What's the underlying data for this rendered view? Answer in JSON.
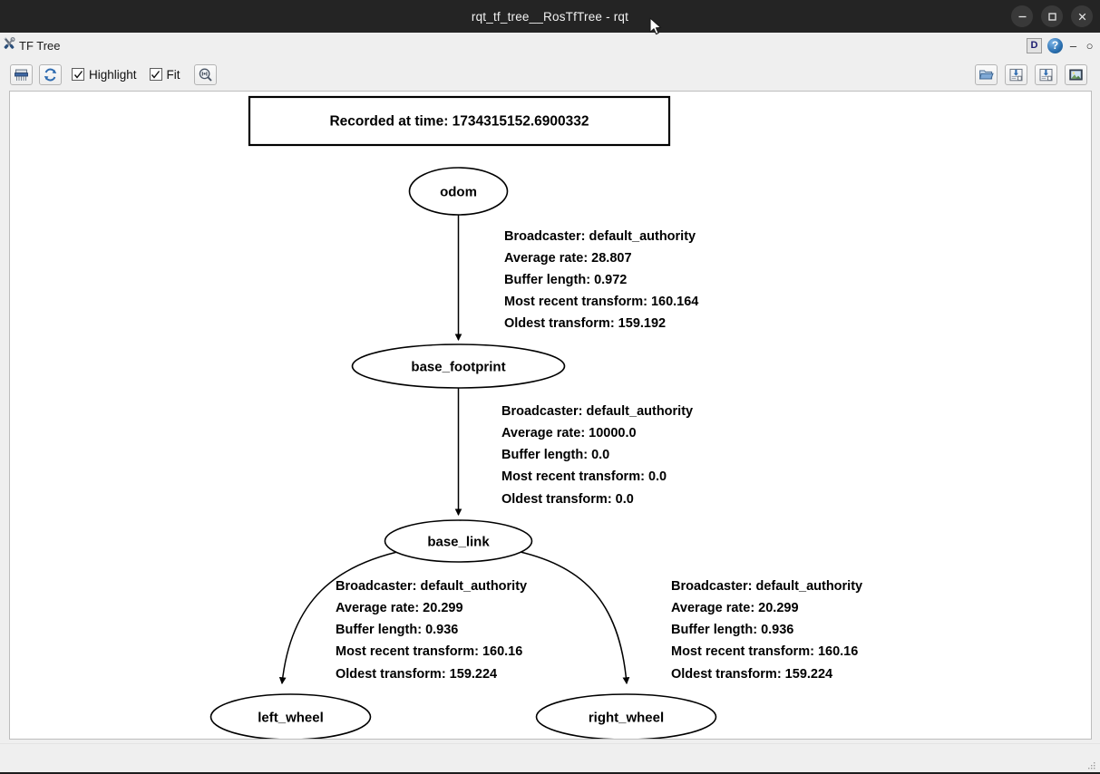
{
  "window": {
    "title": "rqt_tf_tree__RosTfTree - rqt",
    "controls": {
      "minimize": "minimize-icon",
      "maximize": "maximize-icon",
      "close": "close-icon"
    }
  },
  "dock": {
    "title": "TF Tree",
    "icon": "tools-icon",
    "buttons": {
      "dock_d_label": "D",
      "help_label": "?",
      "float_label": "–",
      "close_label": "○"
    }
  },
  "toolbar": {
    "left": [
      {
        "name": "clear-graph-button",
        "icon": "shredder-icon"
      },
      {
        "name": "refresh-button",
        "icon": "refresh-icon"
      }
    ],
    "highlight_checkbox": {
      "label": "Highlight",
      "checked": true
    },
    "fit_checkbox": {
      "label": "Fit",
      "checked": true
    },
    "zoom_fit_button": {
      "name": "fit-in-view-button",
      "icon": "zoom-fit-icon"
    },
    "right": [
      {
        "name": "load-dot-button",
        "icon": "folder-open-icon"
      },
      {
        "name": "save-as-dot-button",
        "icon": "save-dot-icon"
      },
      {
        "name": "save-as-svg-button",
        "icon": "save-svg-icon"
      },
      {
        "name": "save-as-image-button",
        "icon": "save-image-icon"
      }
    ]
  },
  "graph": {
    "banner": "Recorded at time: 1734315152.6900332",
    "nodes": [
      {
        "id": "odom",
        "label": "odom"
      },
      {
        "id": "base_footprint",
        "label": "base_footprint"
      },
      {
        "id": "base_link",
        "label": "base_link"
      },
      {
        "id": "left_wheel",
        "label": "left_wheel"
      },
      {
        "id": "right_wheel",
        "label": "right_wheel"
      }
    ],
    "edges": [
      {
        "from": "odom",
        "to": "base_footprint",
        "lines": [
          "Broadcaster: default_authority",
          "Average rate: 28.807",
          "Buffer length: 0.972",
          "Most recent transform: 160.164",
          "Oldest transform: 159.192"
        ]
      },
      {
        "from": "base_footprint",
        "to": "base_link",
        "lines": [
          "Broadcaster: default_authority",
          "Average rate: 10000.0",
          "Buffer length: 0.0",
          "Most recent transform: 0.0",
          "Oldest transform: 0.0"
        ]
      },
      {
        "from": "base_link",
        "to": "left_wheel",
        "lines": [
          "Broadcaster: default_authority",
          "Average rate: 20.299",
          "Buffer length: 0.936",
          "Most recent transform: 160.16",
          "Oldest transform: 159.224"
        ]
      },
      {
        "from": "base_link",
        "to": "right_wheel",
        "lines": [
          "Broadcaster: default_authority",
          "Average rate: 20.299",
          "Buffer length: 0.936",
          "Most recent transform: 160.16",
          "Oldest transform: 159.224"
        ]
      }
    ]
  },
  "status_bar": {
    "text": ""
  },
  "colors": {
    "titlebar_bg": "#242424",
    "chrome_bg": "#efefef",
    "canvas_bg": "#ffffff",
    "stroke": "#000000",
    "accent_blue": "#2a6fb0"
  }
}
